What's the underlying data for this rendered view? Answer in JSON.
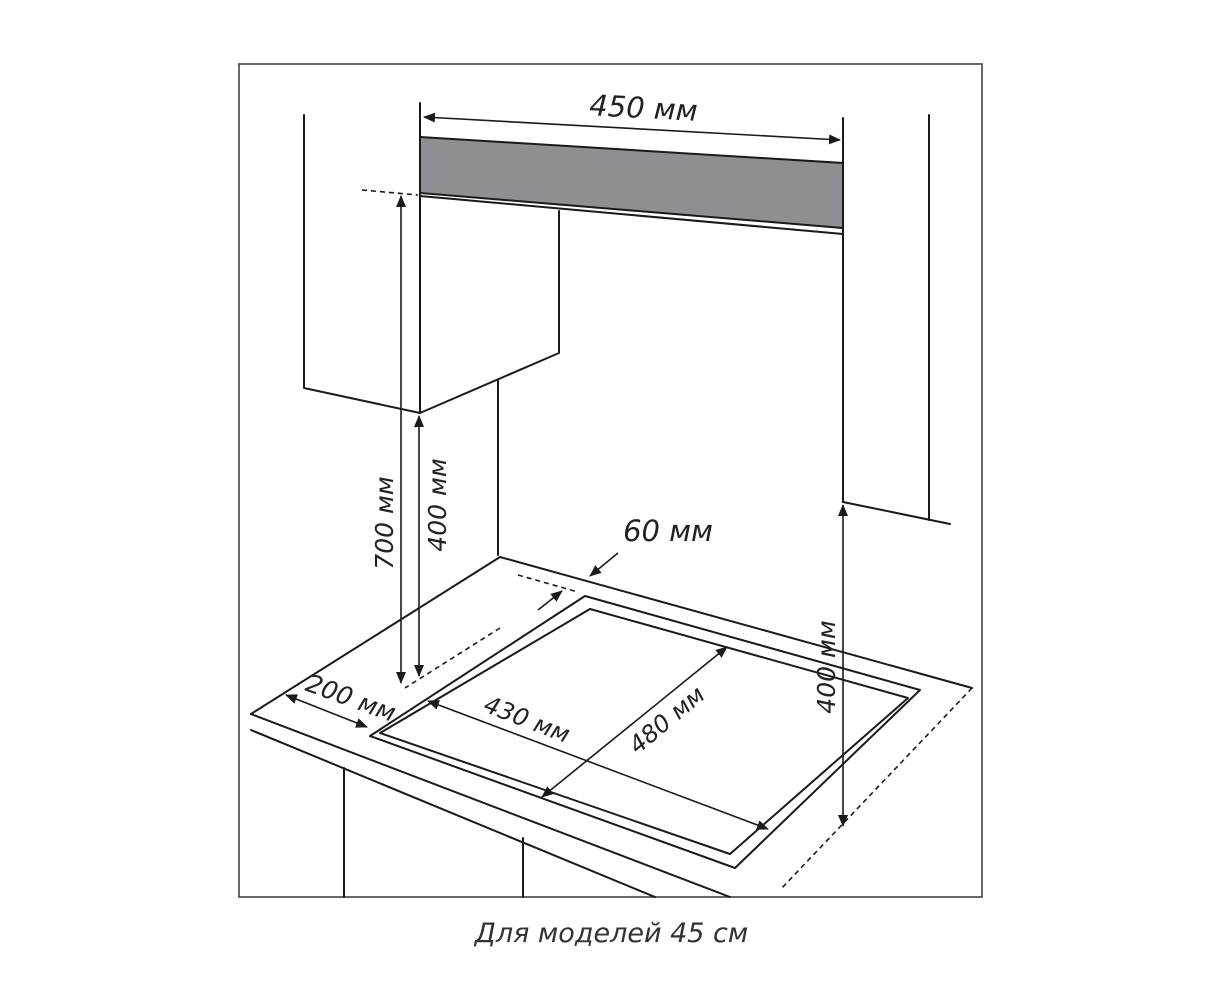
{
  "labels": {
    "hood_width": "450 мм",
    "height_700": "700 мм",
    "height_400_left": "400 мм",
    "height_400_right": "400 мм",
    "rear_gap": "60 мм",
    "side_gap": "200 мм",
    "cutout_width": "430 мм",
    "cutout_depth": "480 мм"
  },
  "caption": "Для моделей 45 см",
  "colors": {
    "hood_panel": "#8e8f93",
    "line": "#1a1a1a"
  }
}
